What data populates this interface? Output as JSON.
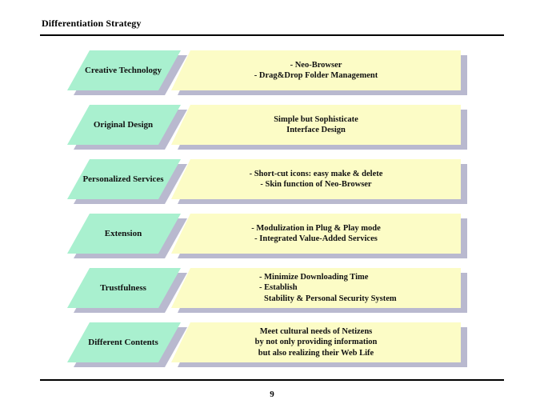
{
  "page": {
    "title": "Differentiation Strategy",
    "page_number": "9"
  },
  "colors": {
    "label_fill": "#a9f0cf",
    "desc_fill": "#fcfcc6",
    "shadow": "#b9b9cf",
    "rule": "#000000"
  },
  "rows": [
    {
      "label": "Creative Technology",
      "lines": [
        "- Neo-Browser",
        "- Drag&Drop Folder Management"
      ]
    },
    {
      "label": "Original Design",
      "lines": [
        "Simple but Sophisticate",
        "Interface Design"
      ]
    },
    {
      "label": "Personalized Services",
      "lines": [
        "- Short-cut icons: easy make & delete",
        "- Skin function of Neo-Browser"
      ]
    },
    {
      "label": "Extension",
      "lines": [
        "- Modulization in Plug & Play mode",
        "- Integrated Value-Added Services"
      ]
    },
    {
      "label": "Trustfulness",
      "lines": [
        "- Minimize Downloading Time",
        "- Establish        ",
        "Stability & Personal Security System"
      ]
    },
    {
      "label": "Different Contents",
      "lines": [
        "Meet cultural needs of Netizens",
        "by not only providing information",
        "but also realizing their Web Life"
      ]
    }
  ]
}
